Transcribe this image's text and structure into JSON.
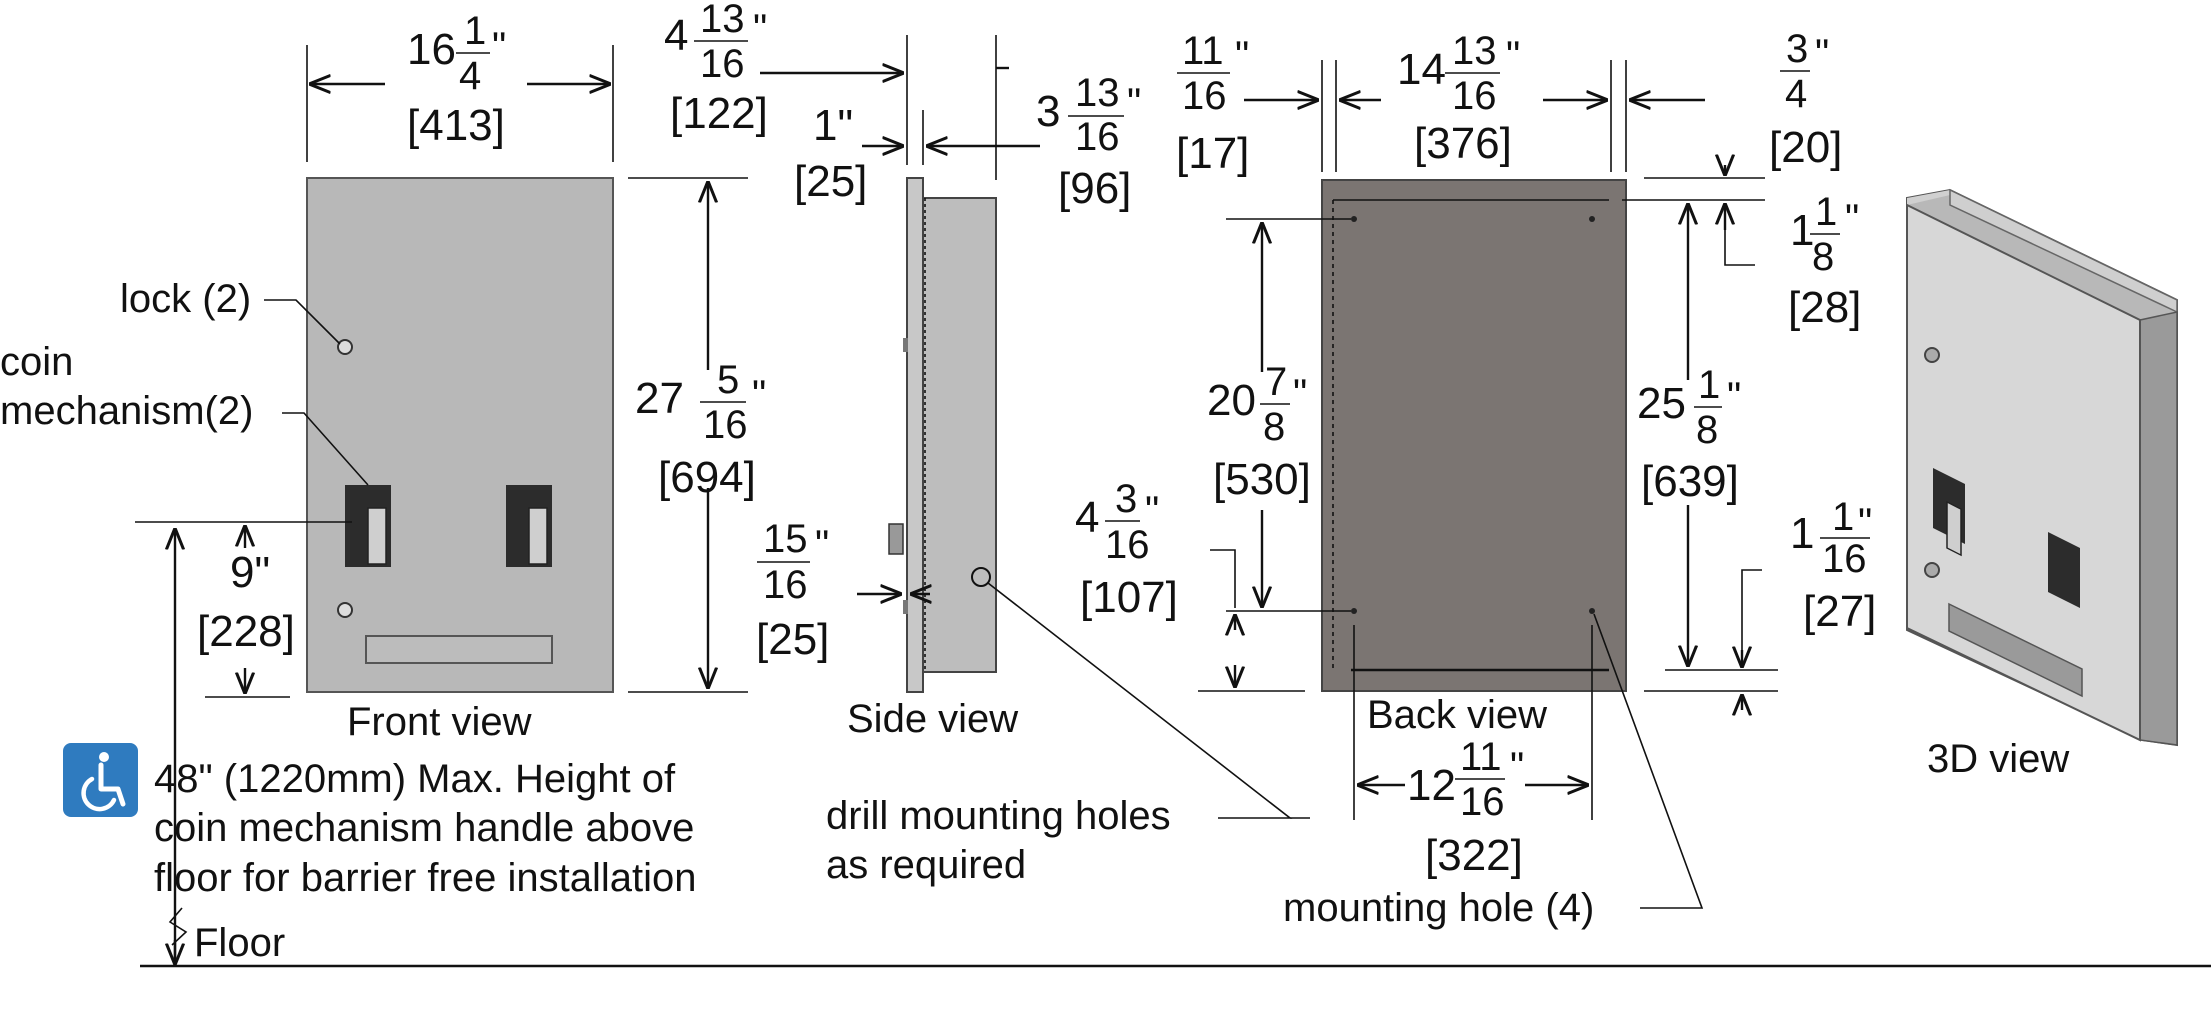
{
  "dims": {
    "width_whole": "16",
    "width_num": "1",
    "width_den": "4",
    "width_mm": "[413]",
    "flange_whole": "4",
    "flange_num": "13",
    "flange_den": "16",
    "flange_mm": "[122]",
    "flange_thk": "1\"",
    "flange_thk_mm": "[25]",
    "depth_whole": "3",
    "depth_num": "13",
    "depth_den": "16",
    "depth_mm": "[96]",
    "back_left_num": "11",
    "back_left_den": "16",
    "back_left_mm": "[17]",
    "back_width_whole": "14",
    "back_width_num": "13",
    "back_width_den": "16",
    "back_width_mm": "[376]",
    "back_right_num": "3",
    "back_right_den": "4",
    "back_right_mm": "[20]",
    "top_hole_whole": "1",
    "top_hole_num": "1",
    "top_hole_den": "8",
    "top_hole_mm": "[28]",
    "height_whole": "27",
    "height_num": "5",
    "height_den": "16",
    "height_mm": "[694]",
    "hole_vert_whole": "20",
    "hole_vert_num": "7",
    "hole_vert_den": "8",
    "hole_vert_mm": "[530]",
    "back_height_whole": "25",
    "back_height_num": "1",
    "back_height_den": "8",
    "back_height_mm": "[639]",
    "hole_bottom_whole": "4",
    "hole_bottom_num": "3",
    "hole_bottom_den": "16",
    "hole_bottom_mm": "[107]",
    "bottom_right_whole": "1",
    "bottom_right_num": "1",
    "bottom_right_den": "16",
    "bottom_right_mm": "[27]",
    "side_small_num": "15",
    "side_small_den": "16",
    "side_small_mm": "[25]",
    "coin_height": "9\"",
    "coin_height_mm": "[228]",
    "hole_spacing_whole": "12",
    "hole_spacing_num": "11",
    "hole_spacing_den": "16",
    "hole_spacing_mm": "[322]",
    "inch_mark": "\""
  },
  "labels": {
    "lock": "lock (2)",
    "coin_line1": "coin",
    "coin_line2": "mechanism(2)",
    "front_view": "Front view",
    "side_view": "Side view",
    "back_view": "Back view",
    "view_3d": "3D view",
    "drill_line1": "drill mounting holes",
    "drill_line2": "as required",
    "mounting_hole": "mounting hole (4)",
    "ada_line1": "48\" (1220mm) Max. Height of",
    "ada_line2": "coin mechanism handle above",
    "ada_line3": "floor for barrier free installation",
    "floor": "Floor"
  },
  "icons": {
    "accessibility": "wheelchair-icon"
  },
  "colors": {
    "front_panel": "#b8b8b8",
    "back_panel": "#7b7572",
    "side_body": "#bdbdbd",
    "coin_dark": "#2c2c2c",
    "ada_blue": "#2f7bbf"
  }
}
